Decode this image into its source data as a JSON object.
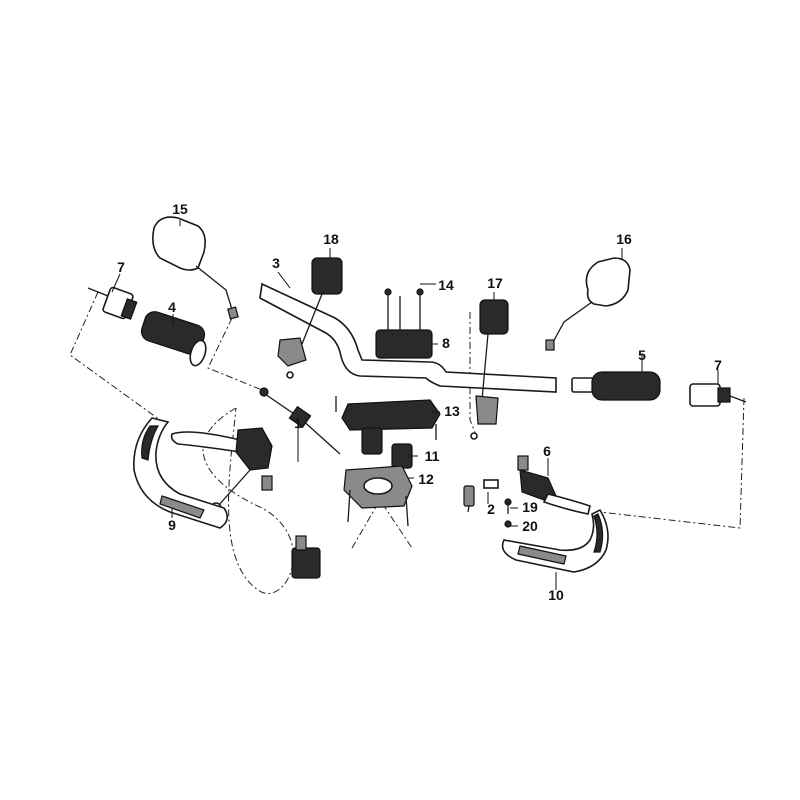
{
  "diagram": {
    "callouts": {
      "p1": "1",
      "p2": "2",
      "p3": "3",
      "p4": "4",
      "p5": "5",
      "p6": "6",
      "p7_left": "7",
      "p7_right": "7",
      "p8": "8",
      "p9": "9",
      "p10": "10",
      "p11": "11",
      "p12": "12",
      "p13": "13",
      "p14": "14",
      "p15": "15",
      "p16": "16",
      "p17": "17",
      "p18": "18",
      "p19": "19",
      "p20": "20"
    }
  }
}
